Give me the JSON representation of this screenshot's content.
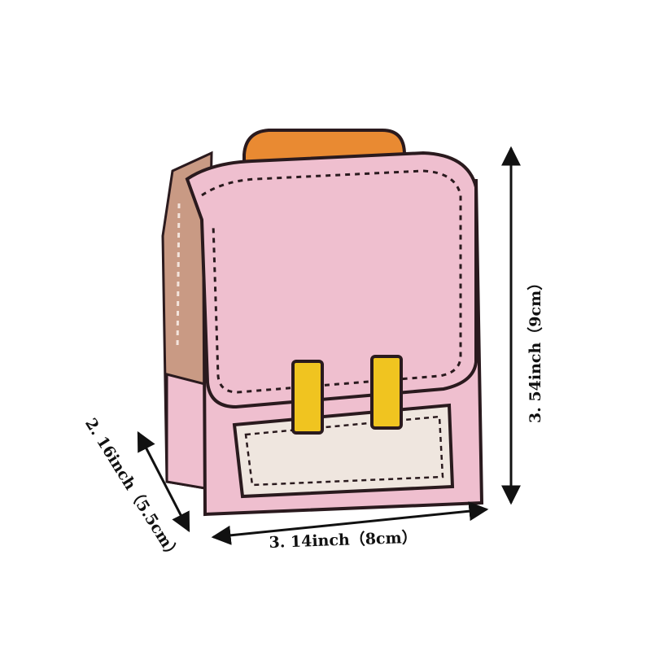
{
  "dimensions": {
    "width_label": "3. 14inch（8cm）",
    "height_label": "3. 54inch（9cm）",
    "depth_label": "2. 16inch（5.5cm）"
  },
  "colors": {
    "background": "#ffffff",
    "box_pink": "#efbfcf",
    "box_side": "#c99a84",
    "handle_orange": "#e98a32",
    "clasp_yellow": "#f0c420",
    "pocket_cream": "#efe6df",
    "outline": "#2a1a1e",
    "arrow": "#111111"
  }
}
